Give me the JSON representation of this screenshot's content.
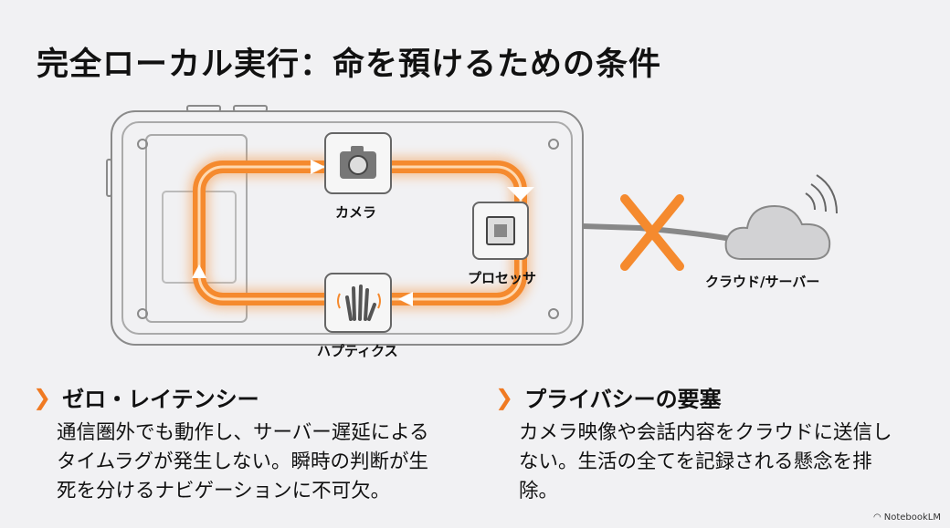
{
  "title": "完全ローカル実行：命を預けるための条件",
  "diagram": {
    "camera_label": "カメラ",
    "processor_label": "プロセッサ",
    "haptics_label": "ハプティクス",
    "cloud_label": "クラウド/サーバー",
    "accent_color": "#f58a2e"
  },
  "sections": [
    {
      "heading": "ゼロ・レイテンシー",
      "lines": [
        "通信圏外でも動作し、サーバー遅延による",
        "タイムラグが発生しない。瞬時の判断が生",
        "死を分けるナビゲーションに不可欠。"
      ]
    },
    {
      "heading": "プライバシーの要塞",
      "lines": [
        "カメラ映像や会話内容をクラウドに送信し",
        "ない。生活の全てを記録される懸念を排",
        "除。"
      ]
    }
  ],
  "brand": "NotebookLM"
}
